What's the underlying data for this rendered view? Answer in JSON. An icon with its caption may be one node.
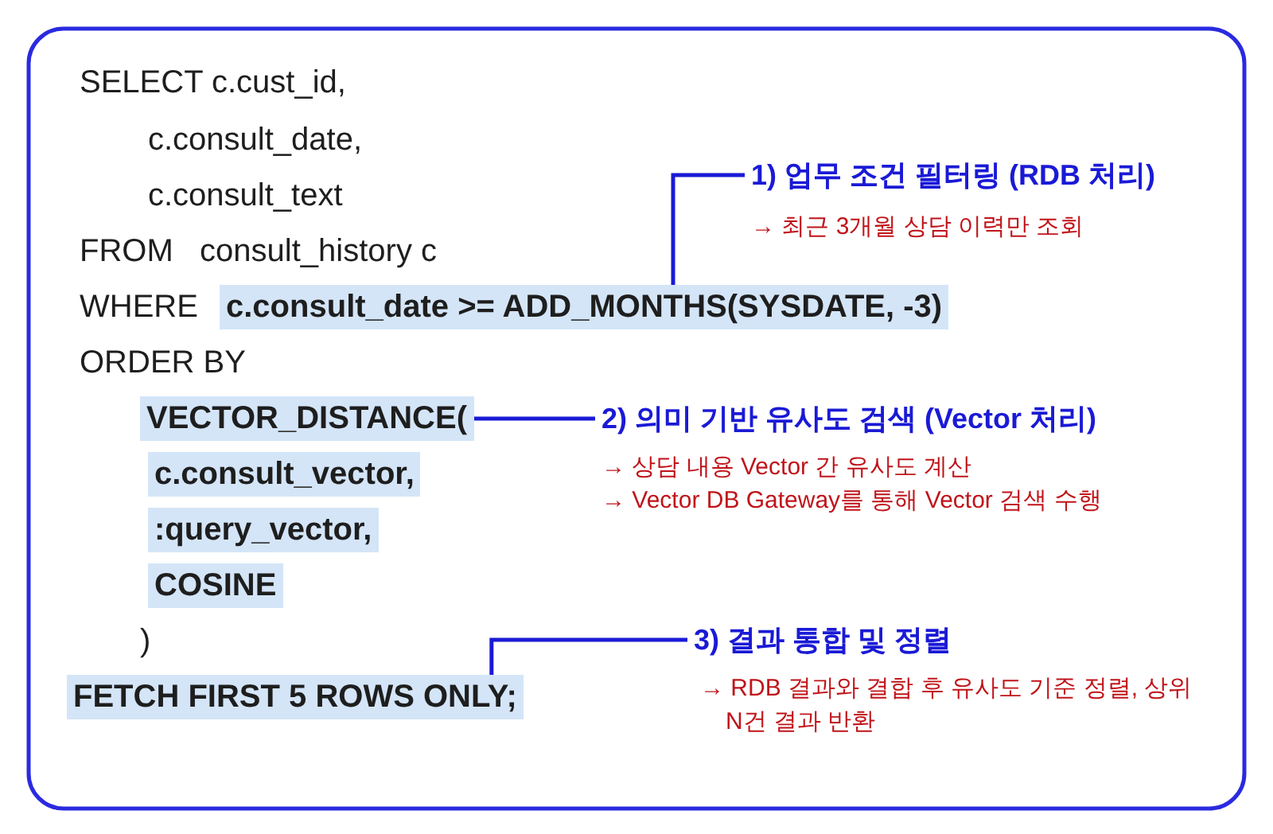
{
  "diagram": {
    "nodes": [
      {
        "text": [
          "c.consult_date >= ADD_MONTHS(SYSDATE, -3)"
        ]
      },
      {
        "text": [
          "VECTOR_DISTANCE("
        ]
      },
      {
        "text": [
          "c.consult_vector,"
        ]
      },
      {
        "text": [
          ":query_vector,"
        ]
      },
      {
        "text": [
          "COSINE"
        ]
      },
      {
        "text": [
          "FETCH FIRST 5 ROWS ONLY;"
        ]
      },
      {
        "text": [
          "1) 업무 조건 필터링 (RDB 처리)",
          "→ 최근 3개월 상담 이력만 조회"
        ]
      },
      {
        "text": [
          "2) 의미 기반 유사도 검색 (Vector 처리)",
          "→ 상담 내용 Vector 간 유사도 계산",
          "→ Vector DB Gateway를 통해 Vector 검색 수행"
        ]
      },
      {
        "text": [
          "3) 결과 통합 및 정렬",
          "→ RDB 결과와 결합 후 유사도 기준 정렬, 상위 N건 결과 반환"
        ]
      }
    ],
    "edges": [
      {
        "from": 6,
        "to": 0,
        "arrow": "none"
      },
      {
        "from": 7,
        "to": 1,
        "arrow": "none"
      },
      {
        "from": 8,
        "to": 5,
        "arrow": "none"
      }
    ],
    "labels": [
      "SELECT c.cust_id,",
      "c.consult_date,",
      "c.consult_text",
      "FROM   consult_history c",
      "WHERE",
      "ORDER BY",
      ")"
    ]
  }
}
